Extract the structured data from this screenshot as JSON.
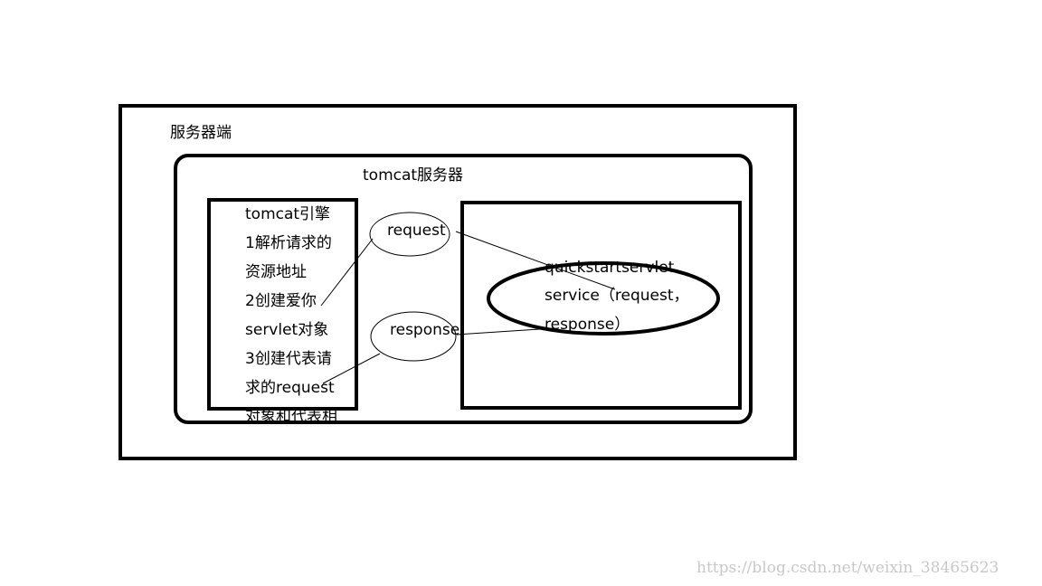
{
  "server": {
    "label": "服务器端"
  },
  "tomcat": {
    "label": "tomcat服务器"
  },
  "engine": {
    "lines": [
      "tomcat引擎",
      "1解析请求的",
      "资源地址",
      "2创建爱你",
      "servlet对象",
      "3创建代表请",
      "求的request",
      "对象和代表相"
    ]
  },
  "request": {
    "label": "request"
  },
  "response": {
    "label": "response"
  },
  "servlet": {
    "lines": [
      "quickstartservlet",
      "service（request，",
      "response）"
    ]
  },
  "watermark": "https://blog.csdn.net/weixin_38465623"
}
